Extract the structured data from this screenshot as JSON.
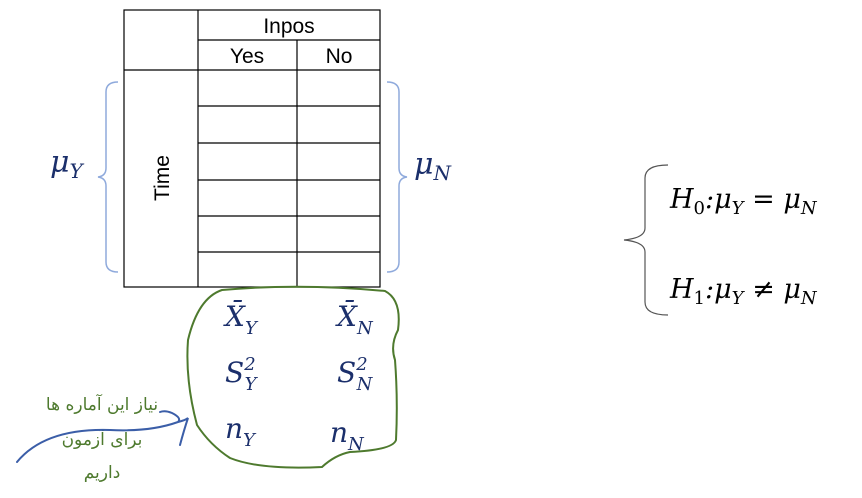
{
  "table": {
    "group_header": "Inpos",
    "columns": [
      "Yes",
      "No"
    ],
    "row_label": "Time",
    "row_count": 6
  },
  "left_bracket_label": {
    "base": "μ",
    "sub": "Y"
  },
  "right_bracket_label": {
    "base": "μ",
    "sub": "N"
  },
  "statistics": {
    "mean_yes": {
      "base": "X̄",
      "sub": "Y"
    },
    "mean_no": {
      "base": "X̄",
      "sub": "N"
    },
    "var_yes": {
      "base": "S",
      "sub": "Y",
      "sup": "2"
    },
    "var_no": {
      "base": "S",
      "sub": "N",
      "sup": "2"
    },
    "n_yes": {
      "base": "n",
      "sub": "Y"
    },
    "n_no": {
      "base": "n",
      "sub": "N"
    }
  },
  "note_lines": [
    "نیاز این آماره ها",
    "برای آزمون",
    "داریم"
  ],
  "hypotheses": {
    "h0": {
      "h": "H",
      "sub": "0",
      "rest": ":μ",
      "s1": "Y",
      "op": " = μ",
      "s2": "N"
    },
    "h1": {
      "h": "H",
      "sub": "1",
      "rest": ":μ",
      "s1": "Y",
      "op": " ≠ μ",
      "s2": "N"
    }
  },
  "colors": {
    "math": "#1b2f6b",
    "annotation": "#4e7a2e",
    "bracket": "#8faadc",
    "arrow": "#3b5ea8"
  }
}
